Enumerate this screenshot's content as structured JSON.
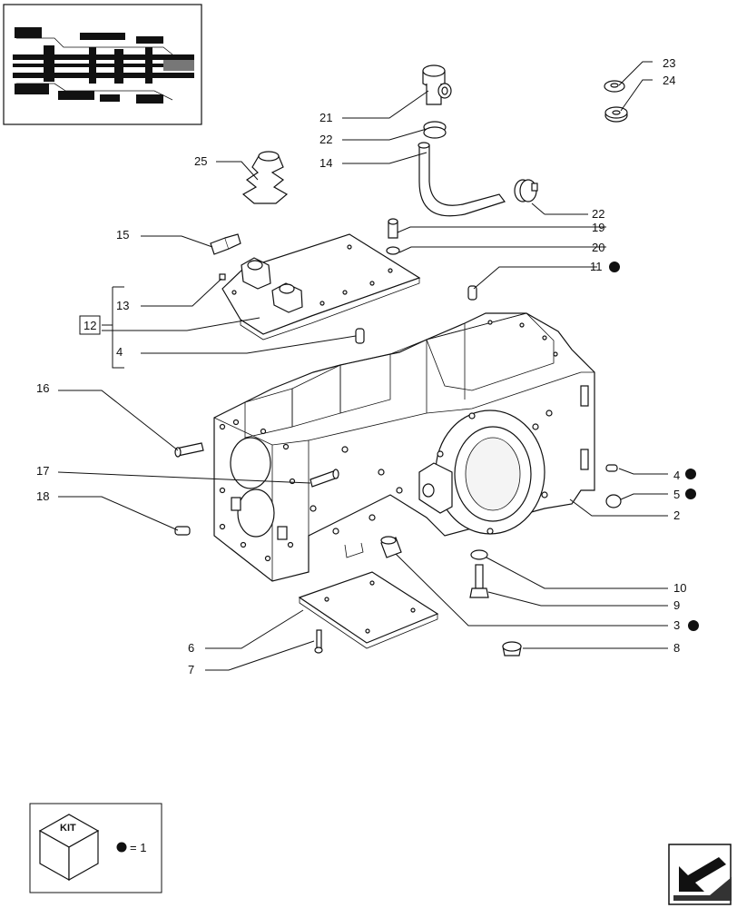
{
  "callouts": {
    "c23": "23",
    "c24": "24",
    "c21": "21",
    "c22a": "22",
    "c14": "14",
    "c25": "25",
    "c22b": "22",
    "c19": "19",
    "c15": "15",
    "c20": "20",
    "c11": "11",
    "c13": "13",
    "c12": "12",
    "c4a": "4",
    "c16": "16",
    "c4b": "4",
    "c17": "17",
    "c5": "5",
    "c18": "18",
    "c2": "2",
    "c10": "10",
    "c9": "9",
    "c3": "3",
    "c6": "6",
    "c8": "8",
    "c7": "7"
  },
  "kit_legend": {
    "kit_label": "KIT",
    "equals_text": "= 1"
  },
  "icons": {
    "marker": "filled-dot-icon",
    "kit": "kit-box-icon",
    "navigation": "next-page-arrow-icon",
    "thumbnail": "assembly-location-thumbnail"
  },
  "colors": {
    "ink": "#111111",
    "paper": "#ffffff"
  }
}
